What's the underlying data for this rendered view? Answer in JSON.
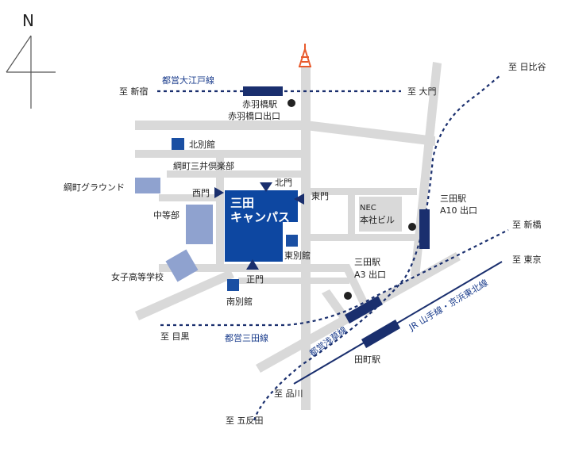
{
  "compass": {
    "label": "N"
  },
  "campus": {
    "line1": "三田",
    "line2": "キャンパス"
  },
  "gates": {
    "north": "北門",
    "west": "西門",
    "east": "東門",
    "main": "正門"
  },
  "buildings": {
    "north_annex": "北別館",
    "east_annex": "東別館",
    "south_annex": "南別館",
    "middle_school": "中等部",
    "girls_high_school": "女子高等学校",
    "tsunamachi_ground": "綱町グラウンド",
    "tsunamachi_club": "綱町三井倶楽部",
    "nec_line1": "NEC",
    "nec_line2": "本社ビル"
  },
  "stations": {
    "akabanebashi_line1": "赤羽橋駅",
    "akabanebashi_line2": "赤羽橋口出口",
    "mita_a10_line1": "三田駅",
    "mita_a10_line2": "A10 出口",
    "mita_a3_line1": "三田駅",
    "mita_a3_line2": "A3 出口",
    "tamachi": "田町駅"
  },
  "lines": {
    "oedo": "都営大江戸線",
    "mita": "都営三田線",
    "asakusa": "都営浅草線",
    "jr": "JR 山手線・京浜東北線"
  },
  "destinations": {
    "shinjuku": "至 新宿",
    "daimon": "至 大門",
    "hibiya": "至 日比谷",
    "shinbashi": "至 新橋",
    "tokyo": "至 東京",
    "meguro": "至 目黒",
    "shinagawa": "至 品川",
    "gotanda": "至 五反田"
  },
  "colors": {
    "road": "#d9d9d9",
    "campus": "#0d47a1",
    "building": "#1a4fa3",
    "school": "#8fa2cf",
    "nec": "#d9d9d9",
    "line": "#1a2f6e",
    "station_bar": "#1a2f6e",
    "tower": "#e85a2c"
  }
}
